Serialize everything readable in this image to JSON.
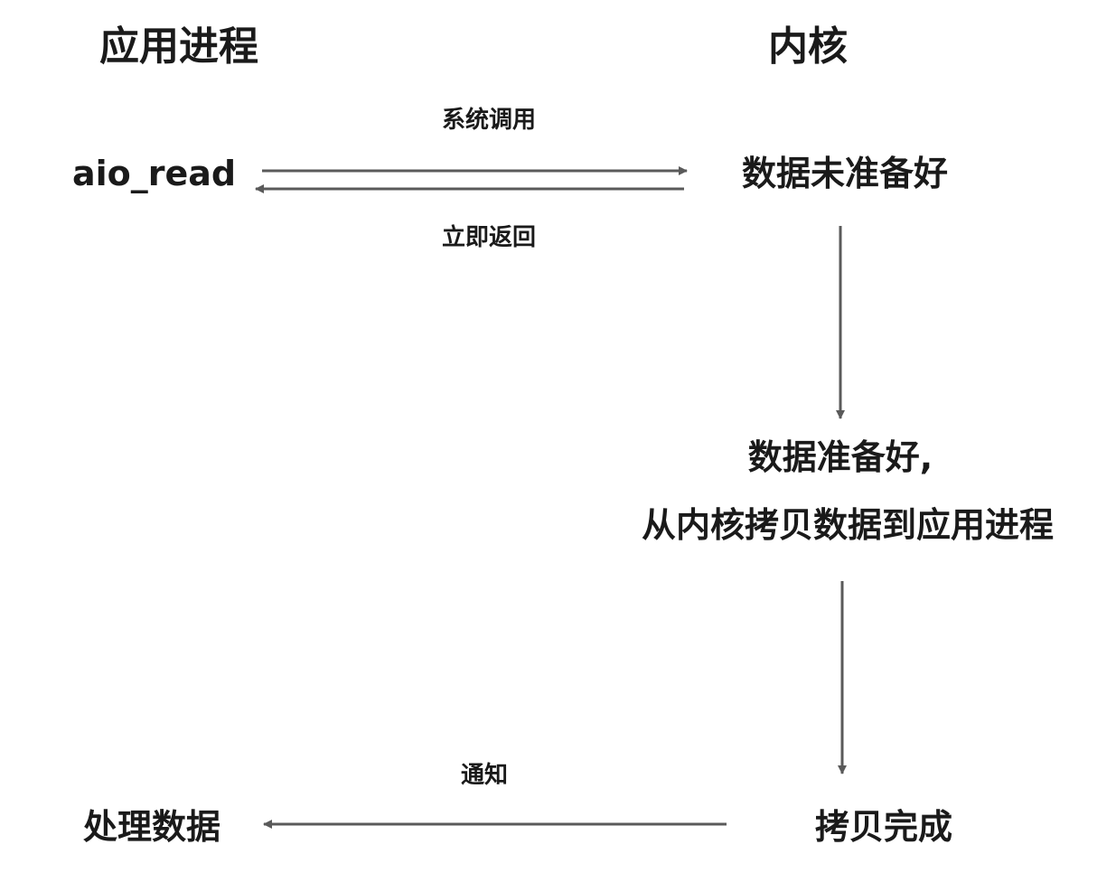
{
  "columns": {
    "app_process": "应用进程",
    "kernel": "内核"
  },
  "nodes": {
    "aio_read": "aio_read",
    "data_not_ready": "数据未准备好",
    "data_ready_line1": "数据准备好,",
    "data_ready_line2": "从内核拷贝数据到应用进程",
    "copy_done": "拷贝完成",
    "process_data": "处理数据"
  },
  "edges": {
    "syscall": "系统调用",
    "return_immediately": "立即返回",
    "notify": "通知"
  },
  "colors": {
    "text": "#1a1a1a",
    "arrow": "#5a5a5a",
    "background": "#ffffff"
  }
}
